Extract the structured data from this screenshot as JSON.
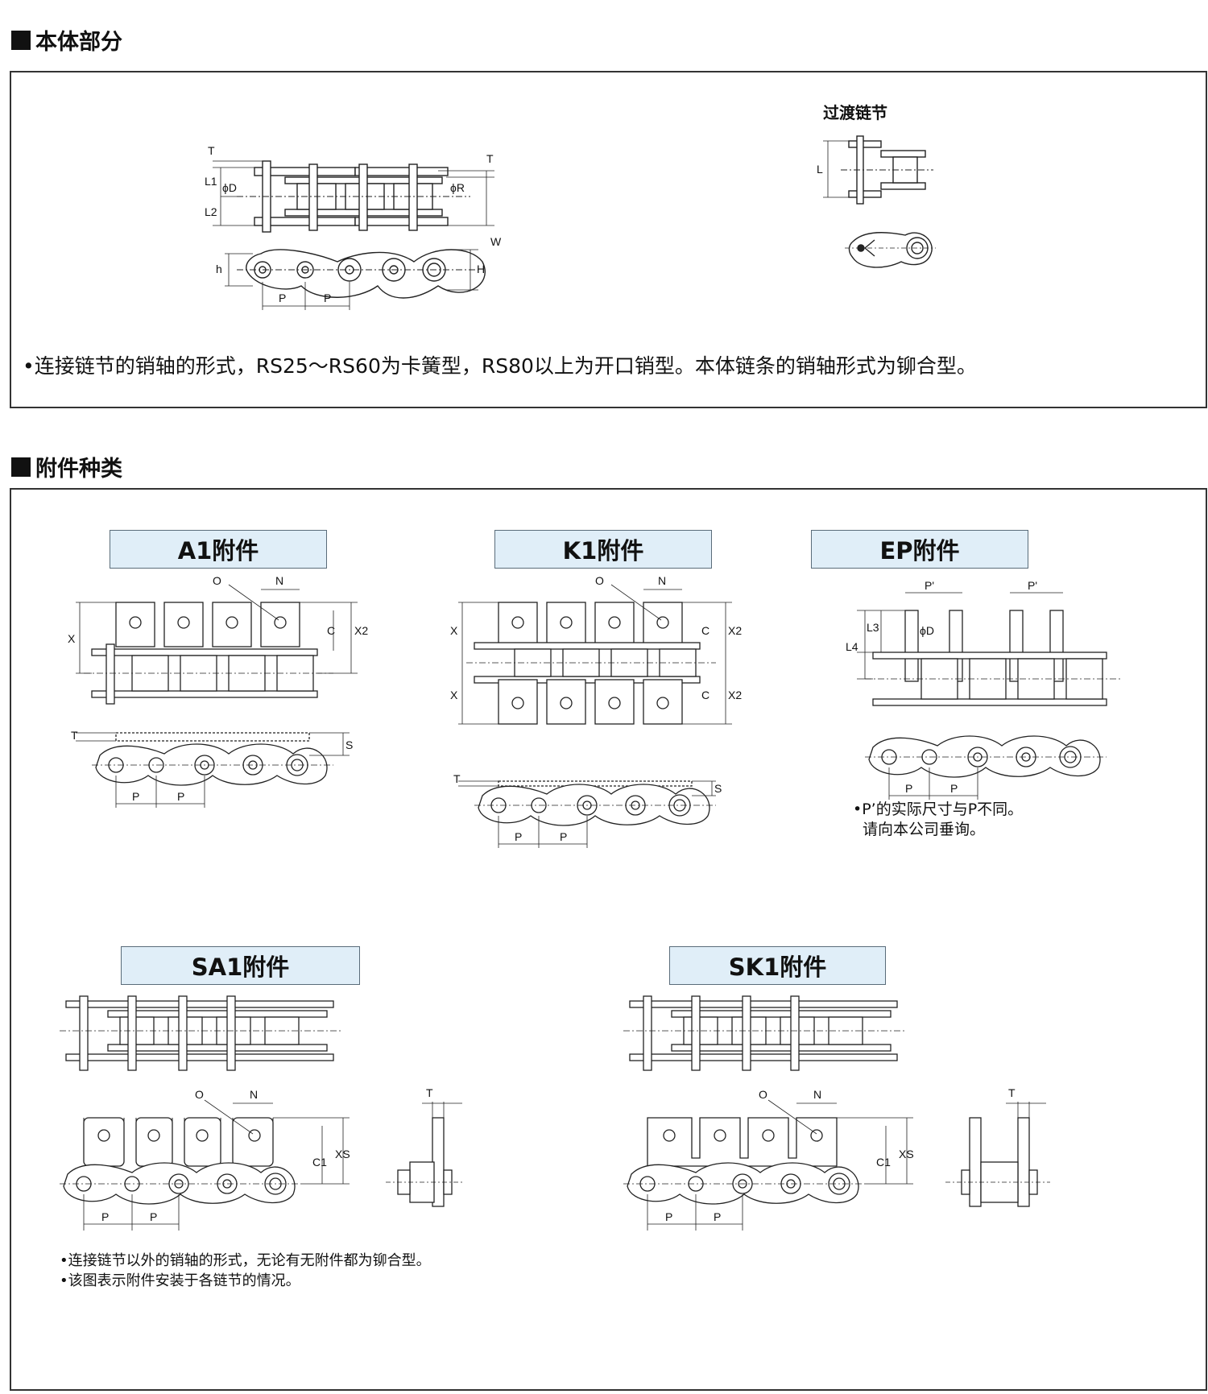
{
  "section1": {
    "title": "本体部分",
    "transition_label": "过渡链节",
    "note": "•连接链节的销轴的形式，RS25～RS60为卡簧型，RS80以上为开口销型。本体链条的销轴形式为铆合型。",
    "dims": {
      "T": "T",
      "L1": "L1",
      "L2": "L2",
      "phiD": "ϕD",
      "phiR": "ϕR",
      "W": "W",
      "h": "h",
      "H": "H",
      "P": "P",
      "L": "L"
    }
  },
  "section2": {
    "title": "附件种类",
    "a1": {
      "title": "A1附件"
    },
    "k1": {
      "title": "K1附件"
    },
    "ep": {
      "title": "EP附件",
      "note_line1": "•P’的实际尺寸与P不同。",
      "note_line2": "请向本公司垂询。"
    },
    "sa1": {
      "title": "SA1附件"
    },
    "sk1": {
      "title": "SK1附件"
    },
    "note_line1": "•连接链节以外的销轴的形式，无论有无附件都为铆合型。",
    "note_line2": "•该图表示附件安装于各链节的情况。",
    "dims": {
      "O": "O",
      "N": "N",
      "X": "X",
      "C": "C",
      "X2": "X2",
      "S": "S",
      "T": "T",
      "P": "P",
      "Pp": "P'",
      "L3": "L3",
      "L4": "L4",
      "phiD": "ϕD",
      "C1": "C1",
      "XS": "XS"
    }
  }
}
